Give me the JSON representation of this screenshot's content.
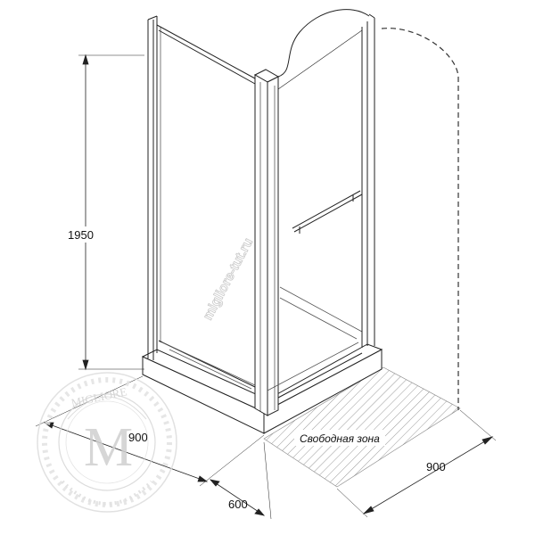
{
  "dimensions": {
    "height": "1950",
    "depth_left": "900",
    "door_width": "600",
    "right_width": "900"
  },
  "zone_label": "Свободная зона",
  "watermark": {
    "brand": "MIGLIORE",
    "monogram": "M",
    "url": "migliore-tut.ru"
  },
  "colors": {
    "line": "#222222",
    "light_line": "#555555",
    "hatch": "#9a9a9a",
    "watermark": "#d6d6d6"
  }
}
